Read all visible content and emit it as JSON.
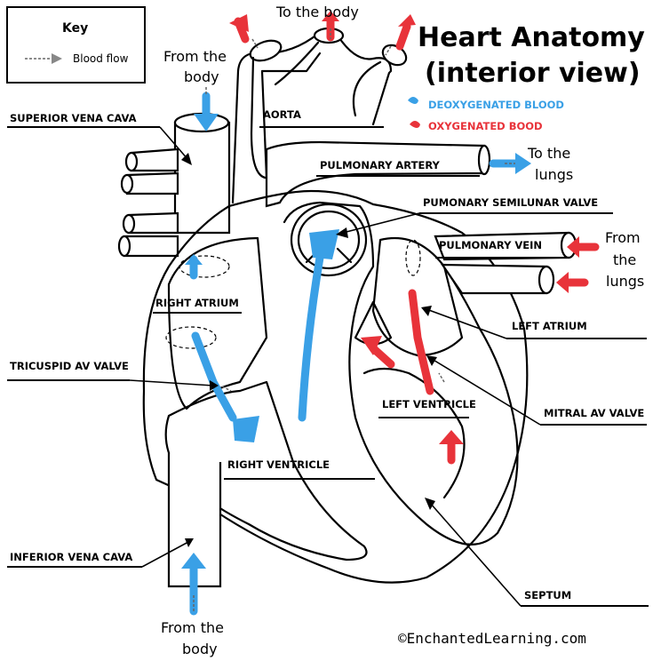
{
  "title": {
    "line1": "Heart Anatomy",
    "line2": "(interior view)"
  },
  "key": {
    "heading": "Key",
    "item": "Blood flow"
  },
  "legend": {
    "deoxygenated": {
      "label": "DEOXYGENATED BLOOD",
      "color": "#3aa0e6"
    },
    "oxygenated": {
      "label": "OXYGENATED BOOD",
      "color": "#e8333a"
    }
  },
  "flow_labels": {
    "to_body": "To the body",
    "from_body_top_1": "From the",
    "from_body_top_2": "body",
    "to_lungs_1": "To the",
    "to_lungs_2": "lungs",
    "from_lungs_1": "From",
    "from_lungs_2": "the",
    "from_lungs_3": "lungs",
    "from_body_bottom_1": "From the",
    "from_body_bottom_2": "body"
  },
  "parts": {
    "superior_vena_cava": "SUPERIOR VENA CAVA",
    "aorta": "AORTA",
    "pulmonary_artery": "PULMONARY ARTERY",
    "pulmonary_semilunar_valve": "PUMONARY SEMILUNAR VALVE",
    "pulmonary_vein": "PULMONARY VEIN",
    "right_atrium": "RIGHT ATRIUM",
    "left_atrium": "LEFT ATRIUM",
    "tricuspid_valve": "TRICUSPID AV VALVE",
    "left_ventricle": "LEFT VENTRICLE",
    "mitral_valve": "MITRAL AV VALVE",
    "right_ventricle": "RIGHT VENTRICLE",
    "inferior_vena_cava": "INFERIOR VENA CAVA",
    "septum": "SEPTUM"
  },
  "copyright": "©EnchantedLearning.com"
}
